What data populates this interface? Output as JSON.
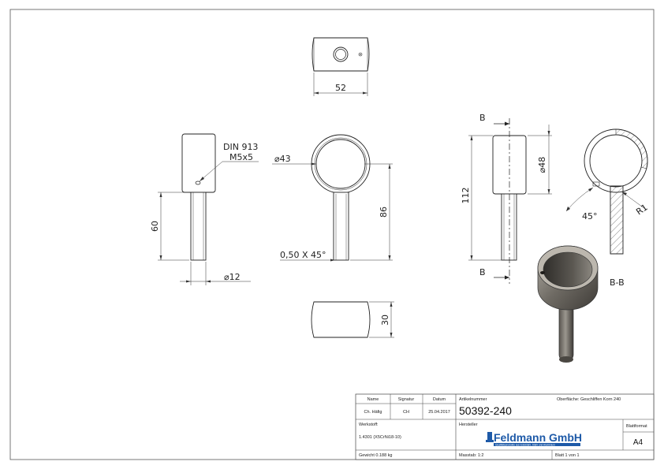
{
  "dimensions": {
    "top_width": "52",
    "din_line1": "DIN 913",
    "din_line2": "M5x5",
    "ring_dia": "⌀43",
    "pin_length": "60",
    "pin_dia": "⌀12",
    "total_height": "86",
    "chamfer": "0,50 X 45°",
    "side_width": "30",
    "section_height": "112",
    "section_dia": "⌀48",
    "section_b_top": "B",
    "section_b_bottom": "B",
    "angle": "45°",
    "radius": "R1",
    "section_label": "B-B"
  },
  "title_block": {
    "col_name": "Name",
    "col_signatur": "Signatur",
    "col_datum": "Datum",
    "row_name": "Ch. Häfig",
    "row_signatur": "CH",
    "row_datum": "25.04.2017",
    "artikelnummer_label": "Artikelnummer",
    "artikelnummer": "50392-240",
    "oberflaeche": "Oberfläche: Geschliffen Korn 240",
    "werkstoff_label": "Werkstoff:",
    "werkstoff": "1.4301 (X5CrNi18-10)",
    "hersteller_label": "Hersteller",
    "brand": "Feldmann GmbH",
    "brand_sub": "Qualitätsprodukte aus Edelstahl, Stahl und Aluminium",
    "blattformat_label": "Blattformat",
    "blattformat": "A4",
    "gewicht": "Gewicht 0.188 kg",
    "massstab": "Masstab: 1:2",
    "blatt": "Blatt 1 von 1"
  }
}
